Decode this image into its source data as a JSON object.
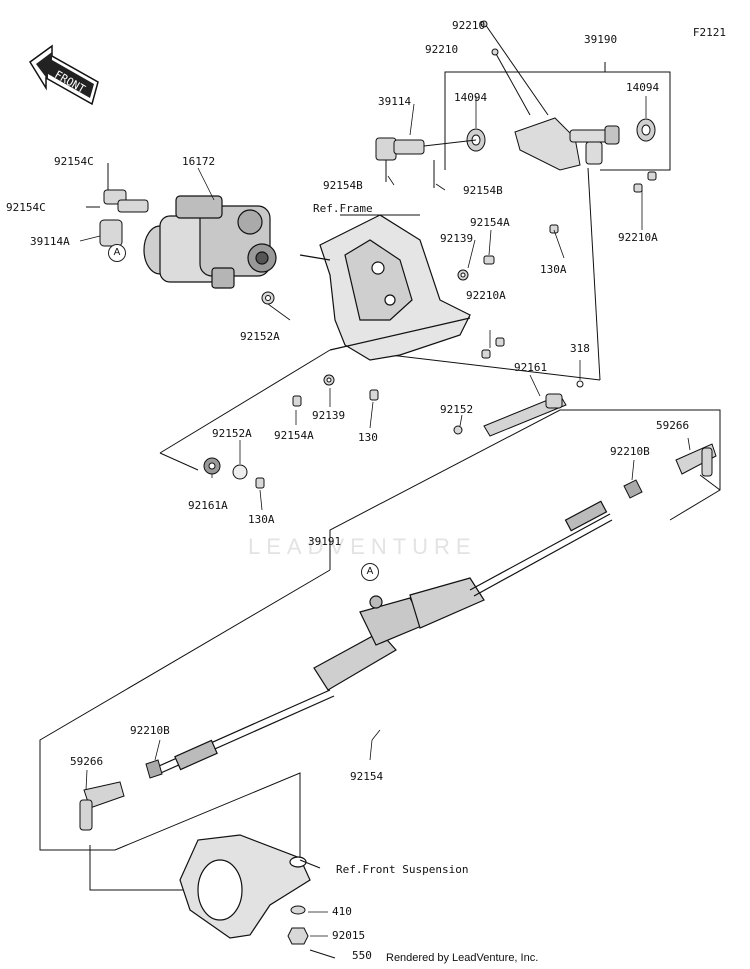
{
  "diagram_code": "F2121",
  "front_arrow_text": "FRONT",
  "watermark_text": "LEADVENTURE",
  "credit": "Rendered by LeadVenture, Inc.",
  "callout_letter": "A",
  "reference_labels": {
    "frame": "Ref.Frame",
    "front_suspension": "Ref.Front Suspension"
  },
  "parts": {
    "p92210_top": "92210",
    "p92210_second": "92210",
    "p39190": "39190",
    "p14094_left": "14094",
    "p14094_right": "14094",
    "p39114": "39114",
    "p92154C_top": "92154C",
    "p16172": "16172",
    "p92154C_left": "92154C",
    "p39114A": "39114A",
    "p92154B_left": "92154B",
    "p92154B_right": "92154B",
    "p92210A_right": "92210A",
    "p92154A_upper": "92154A",
    "p92139_upper": "92139",
    "p130A_upper": "130A",
    "p92210A_mid": "92210A",
    "p92152A_upper": "92152A",
    "p318": "318",
    "p92161": "92161",
    "p92152": "92152",
    "p92154A_lower": "92154A",
    "p92139_lower": "92139",
    "p130": "130",
    "p92152A_lower": "92152A",
    "p92161A": "92161A",
    "p130A_lower": "130A",
    "p59266_right": "59266",
    "p92210B_right": "92210B",
    "p39191": "39191",
    "p92210B_left": "92210B",
    "p59266_left": "59266",
    "p92154": "92154",
    "p410": "410",
    "p92015": "92015",
    "p550": "550"
  }
}
